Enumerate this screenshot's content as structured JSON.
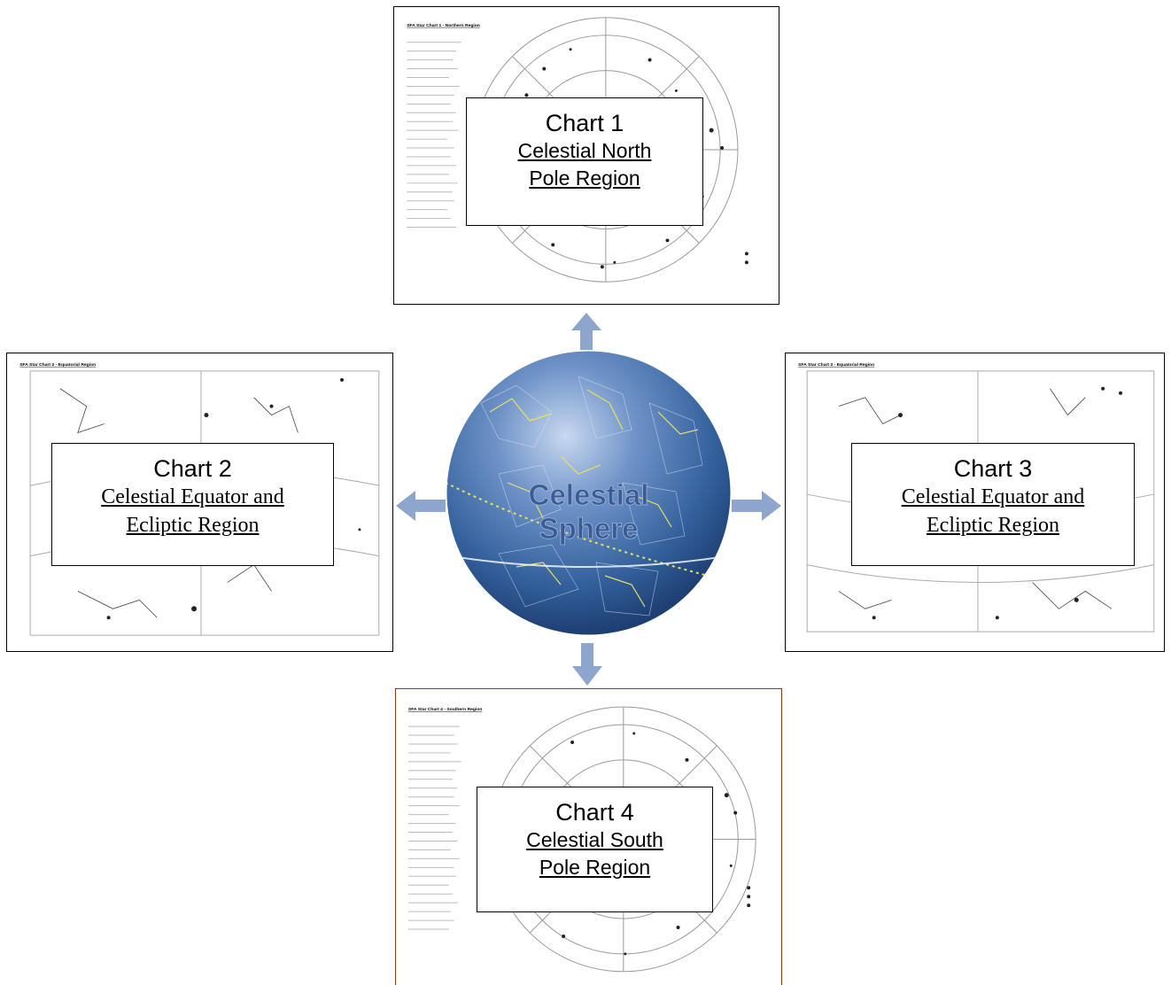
{
  "charts": [
    {
      "id": "chart-1",
      "title": "Chart 1",
      "link_line1": "Celestial North",
      "link_line2": "Pole Region",
      "header": "SFA Star Chart 1 - Northern Region"
    },
    {
      "id": "chart-2",
      "title": "Chart 2",
      "link_line1": "Celestial Equator and",
      "link_line2": "Ecliptic Region",
      "header": "SFA Star Chart 2 - Equatorial Region"
    },
    {
      "id": "chart-3",
      "title": "Chart 3",
      "link_line1": "Celestial Equator and",
      "link_line2": "Ecliptic Region",
      "header": "SFA Star Chart 3 - Equatorial Region"
    },
    {
      "id": "chart-4",
      "title": "Chart 4",
      "link_line1": "Celestial South",
      "link_line2": "Pole Region",
      "header": "SFA Star Chart 4 - Southern Region"
    }
  ],
  "sphere": {
    "line1": "Celestial",
    "line2": "Sphere"
  },
  "colors": {
    "arrow": "#8ea6cd",
    "sphere_dark": "#2a4f8a",
    "sphere_light": "#a9c2e6",
    "constellation": "#e8e060",
    "chart4_border": "#8a3a1a"
  }
}
